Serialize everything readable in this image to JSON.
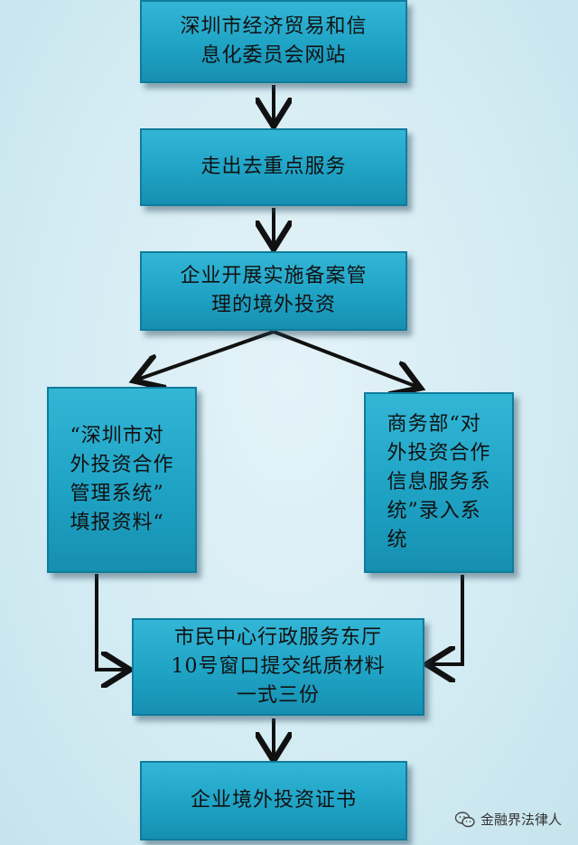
{
  "nodes": {
    "n1": "深圳市经济贸易和信\n息化委员会网站",
    "n2": "走出去重点服务",
    "n3": "企业开展实施备案管\n理的境外投资",
    "n4": "“深圳市对\n外投资合作\n管理系统”\n填报资料“",
    "n5": "商务部“对\n外投资合作\n信息服务系\n统”录入系\n统",
    "n6": "市民中心行政服务东厅\n10号窗口提交纸质材料\n一式三份",
    "n7": "企业境外投资证书"
  },
  "watermark": {
    "text": "金融界法律人"
  }
}
